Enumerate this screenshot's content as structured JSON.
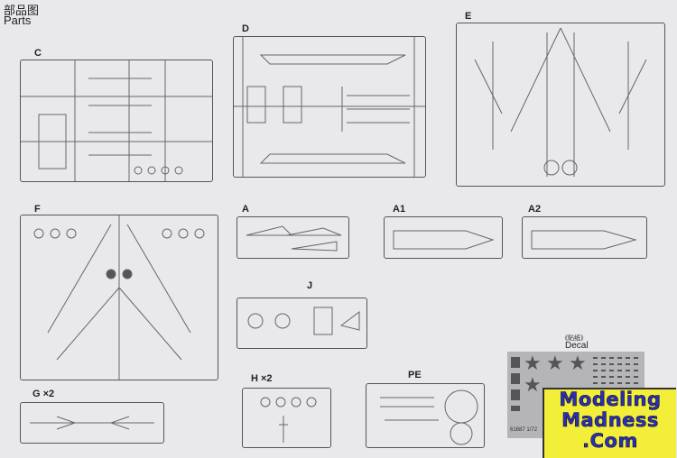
{
  "header": {
    "title_cn": "部品图",
    "title_en": "Parts"
  },
  "sprues": [
    {
      "label": "C"
    },
    {
      "label": "D"
    },
    {
      "label": "E"
    },
    {
      "label": "F"
    },
    {
      "label": "A"
    },
    {
      "label": "A1"
    },
    {
      "label": "A2"
    },
    {
      "label": "J"
    },
    {
      "label": "G ×2"
    },
    {
      "label": "H ×2"
    },
    {
      "label": "PE"
    }
  ],
  "decal": {
    "title_cn": "《贴纸》",
    "title_en": "Decal",
    "code": "61687  1/72"
  },
  "logo": {
    "line1": "Modeling",
    "line2": "Madness",
    "line3": ".Com"
  }
}
